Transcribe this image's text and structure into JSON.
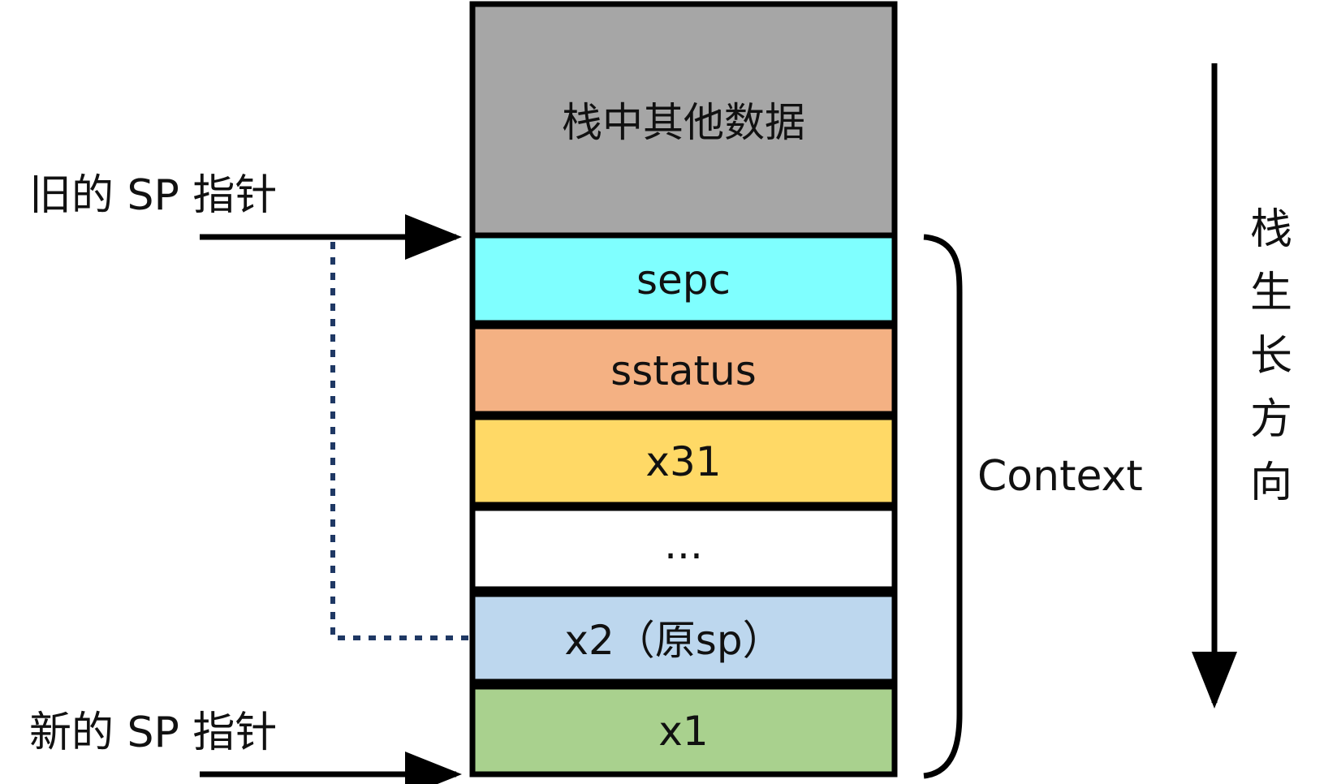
{
  "stack": {
    "cells": [
      {
        "id": "other",
        "label": "栈中其他数据",
        "color": "#a6a6a6"
      },
      {
        "id": "sepc",
        "label": "sepc",
        "color": "#7fffff"
      },
      {
        "id": "sstatus",
        "label": "sstatus",
        "color": "#f4b183"
      },
      {
        "id": "x31",
        "label": "x31",
        "color": "#ffd966"
      },
      {
        "id": "ellipsis",
        "label": "...",
        "color": "#ffffff"
      },
      {
        "id": "x2",
        "label": "x2（原sp）",
        "color": "#bdd7ee"
      },
      {
        "id": "x1",
        "label": "x1",
        "color": "#a9d18e"
      }
    ]
  },
  "pointers": {
    "old_sp": "旧的 SP 指针",
    "new_sp": "新的 SP 指针"
  },
  "brace_label": "Context",
  "growth_label": "栈生长方向",
  "colors": {
    "line": "#000000",
    "dotted_link": "#1f3864"
  }
}
